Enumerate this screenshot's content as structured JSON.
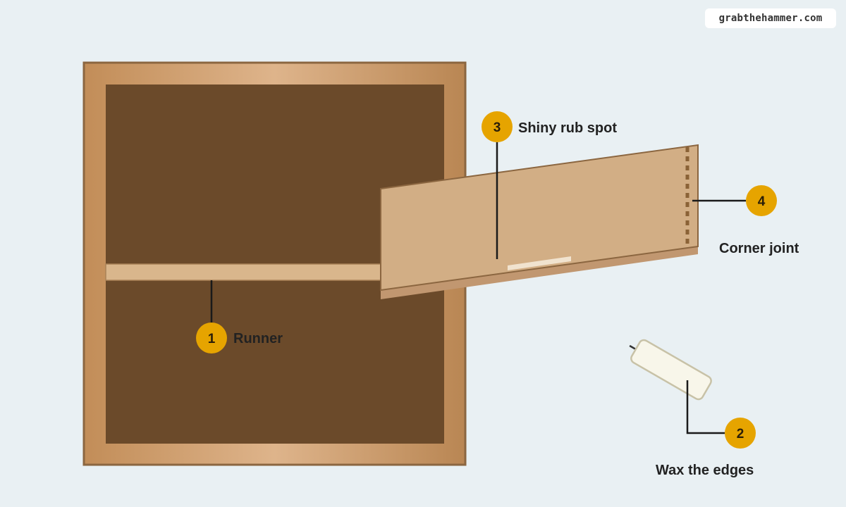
{
  "watermark": "grabthehammer.com",
  "colors": {
    "background": "#e9f0f3",
    "cabinet_frame": "#c9955f",
    "cabinet_border": "#8b6640",
    "cabinet_interior": "#6b4a2a",
    "runner": "#d9b68c",
    "drawer_face": "#d2ae85",
    "drawer_edge": "#c19770",
    "rub_spot": "#f1e3cf",
    "wax": "#f8f6ea",
    "badge": "#e6a400",
    "leader_line": "#1a1a1a"
  },
  "callouts": [
    {
      "number": "1",
      "label": "Runner"
    },
    {
      "number": "2",
      "label": "Wax the edges"
    },
    {
      "number": "3",
      "label": "Shiny rub spot"
    },
    {
      "number": "4",
      "label": "Corner joint"
    }
  ],
  "icons": {
    "wax_stick": "wax-stick-icon"
  }
}
